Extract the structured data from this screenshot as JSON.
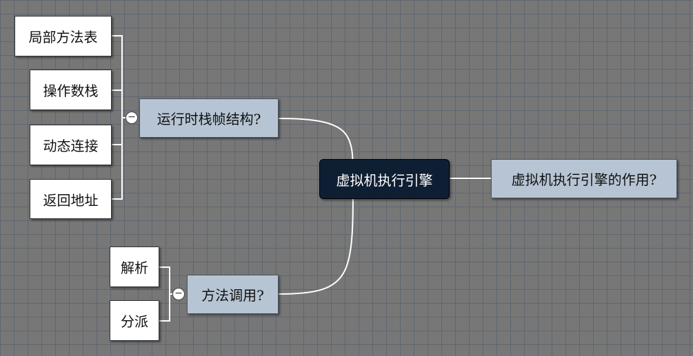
{
  "root": {
    "label": "虚拟机执行引擎"
  },
  "branches": {
    "stack_frame": {
      "label": "运行时栈帧结构?",
      "children": [
        "局部方法表",
        "操作数栈",
        "动态连接",
        "返回地址"
      ]
    },
    "method_call": {
      "label": "方法调用?",
      "children": [
        "解析",
        "分派"
      ]
    },
    "role": {
      "label": "虚拟机执行引擎的作用?"
    }
  },
  "collapse_symbol": "−"
}
